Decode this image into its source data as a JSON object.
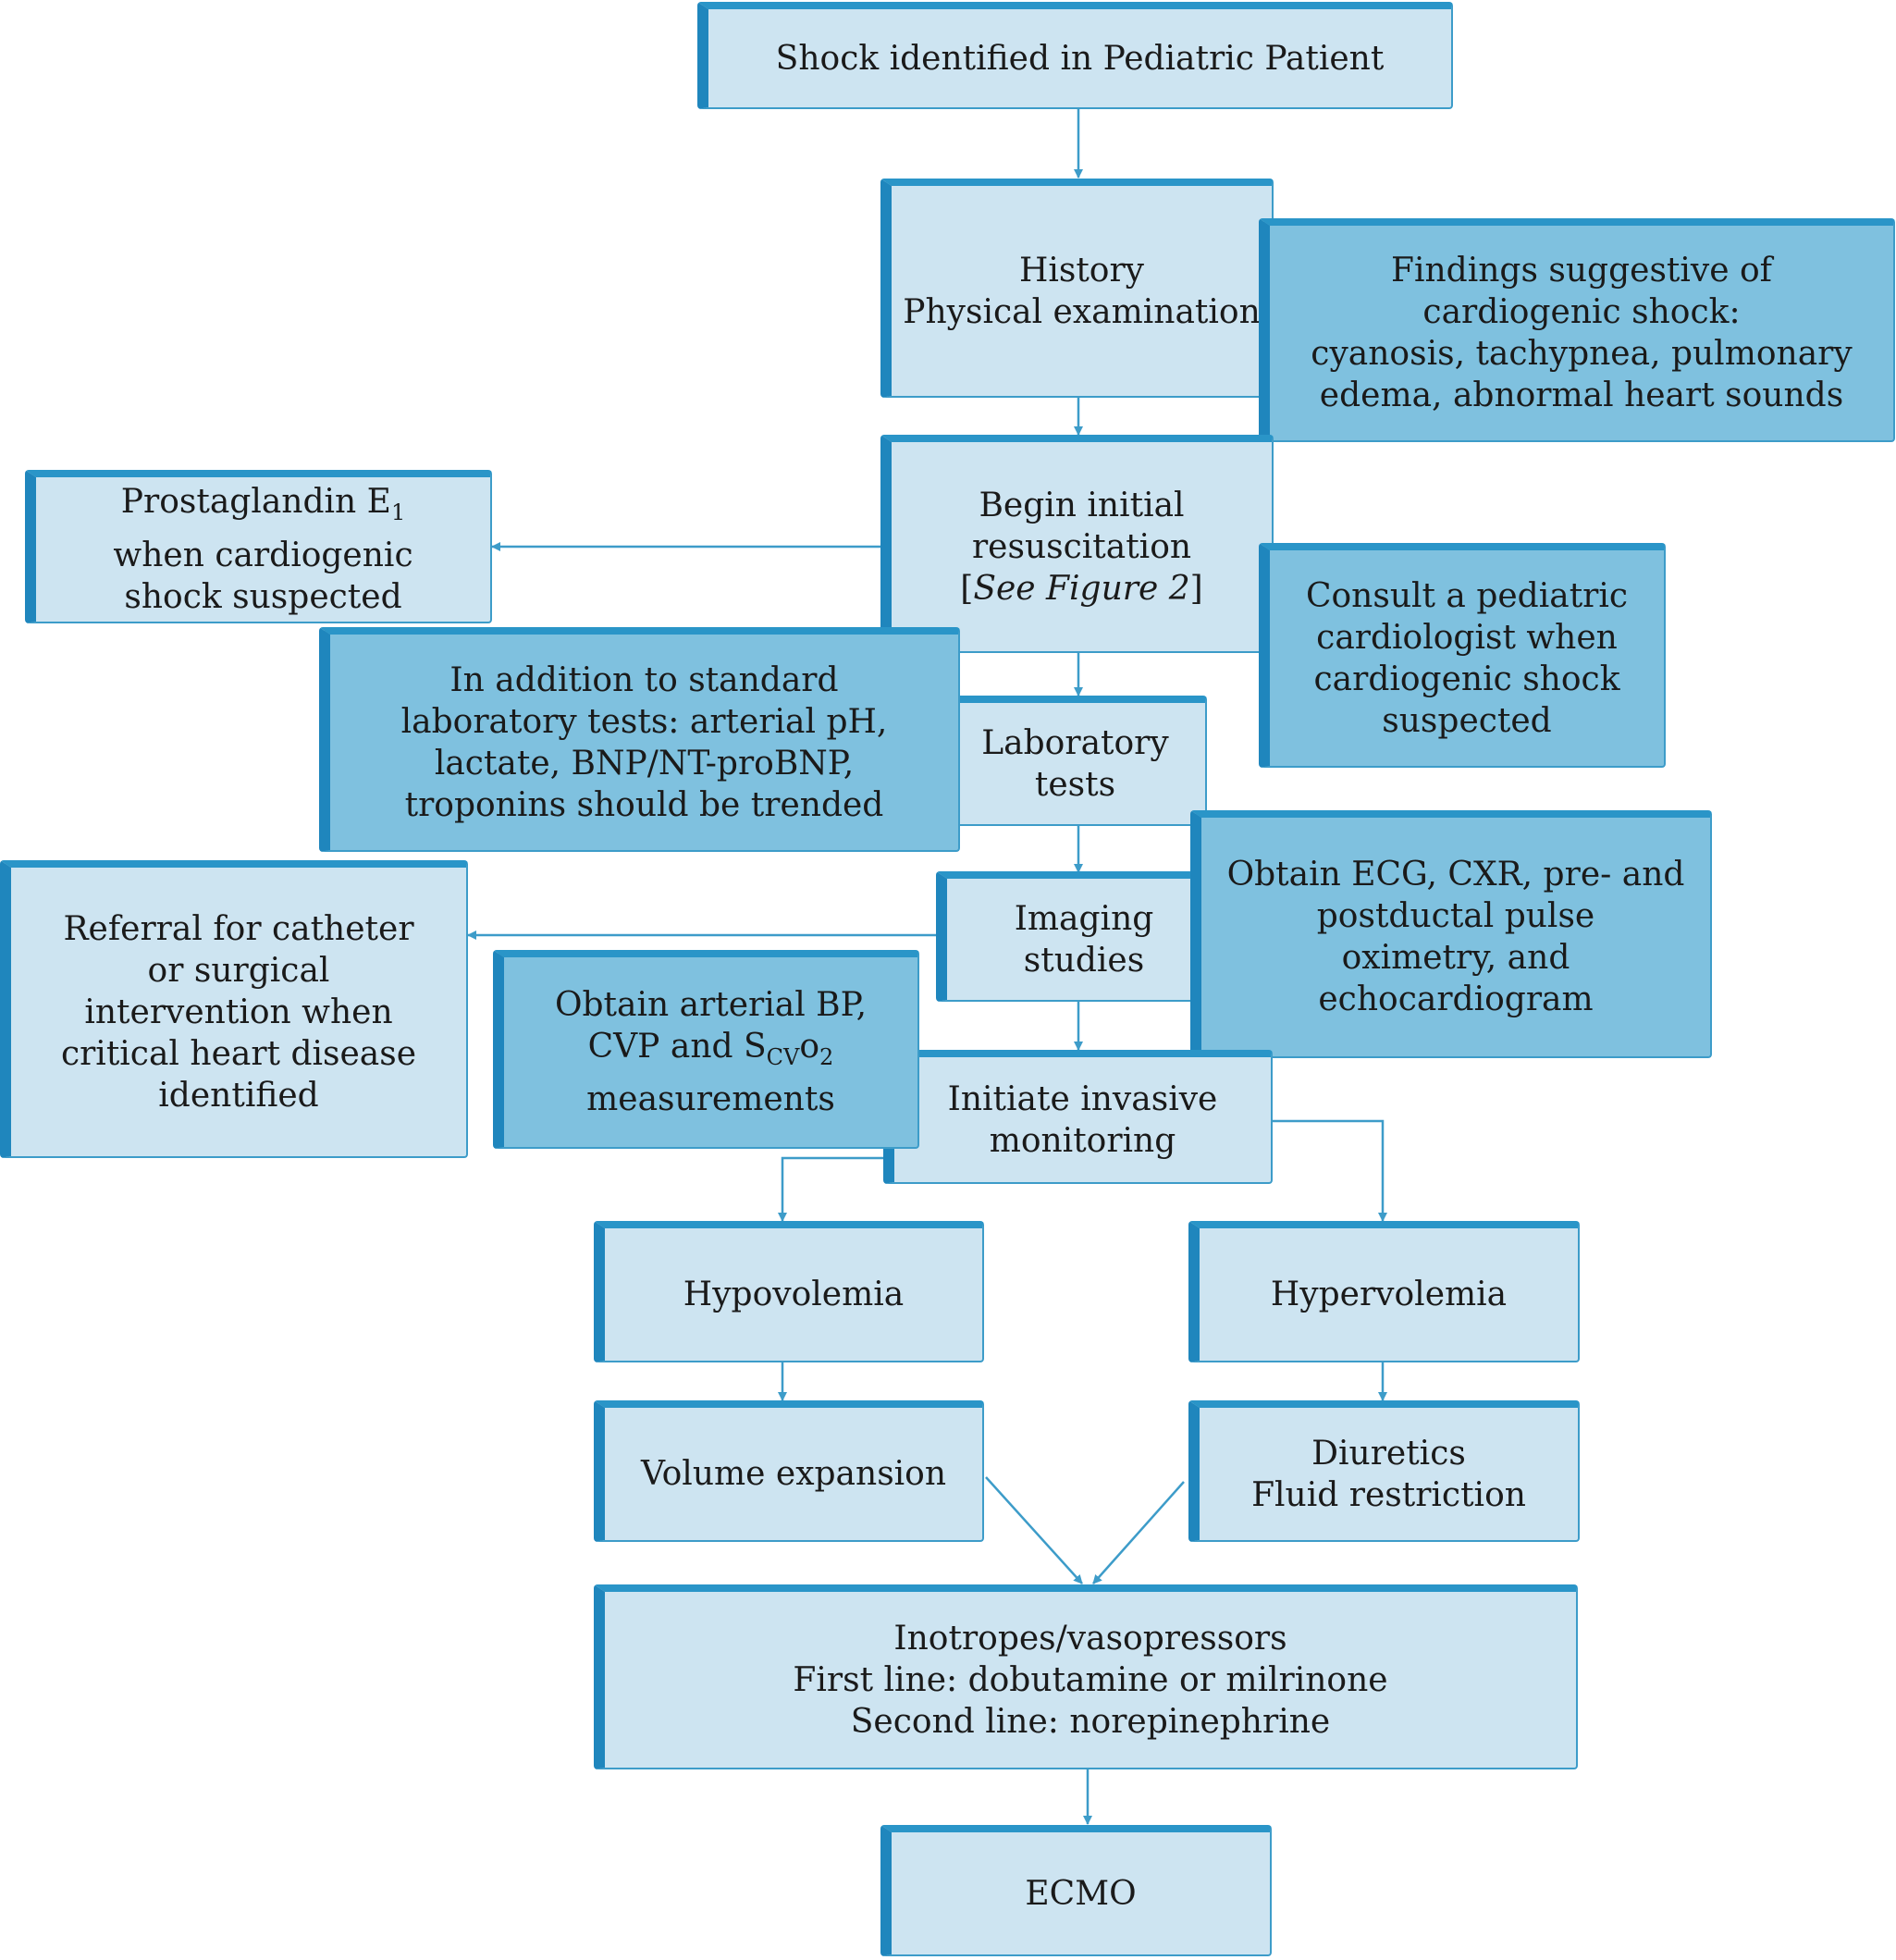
{
  "nodes": {
    "shock": "Shock identified in Pediatric Patient",
    "history": [
      "History",
      "Physical examination"
    ],
    "findings": [
      "Findings suggestive of",
      "cardiogenic shock:",
      "cyanosis, tachypnea, pulmonary",
      "edema, abnormal heart sounds"
    ],
    "prostaglandin": {
      "line1_text": "Prostaglandin E",
      "line1_sub": "1",
      "line2": "when cardiogenic",
      "line3": "shock suspected"
    },
    "resuscitation": {
      "line1": "Begin initial",
      "line2": "resuscitation",
      "ref_open": "[",
      "ref_italic": "See Figure 2",
      "ref_close": "]"
    },
    "consult": [
      "Consult a pediatric",
      "cardiologist when",
      "cardiogenic shock",
      "suspected"
    ],
    "labs_note": [
      "In addition to standard",
      "laboratory tests: arterial pH,",
      "lactate, BNP/NT-proBNP,",
      "troponins should be trended"
    ],
    "labs": [
      "Laboratory",
      "tests"
    ],
    "referral": [
      "Referral for catheter",
      "or surgical",
      "intervention when",
      "critical heart disease",
      "identified"
    ],
    "imaging": [
      "Imaging",
      "studies"
    ],
    "obtain_ecg": [
      "Obtain ECG, CXR, pre- and",
      "postductal pulse",
      "oximetry, and",
      "echocardiogram"
    ],
    "obtain_bp": {
      "line1": "Obtain arterial BP,",
      "line2_text": "CVP and S",
      "line2_sub": "CV",
      "line2_tail": "o",
      "line2_sub2": "2",
      "line3": "measurements"
    },
    "invasive": [
      "Initiate invasive",
      "monitoring"
    ],
    "hypovolemia": "Hypovolemia",
    "hypervolemia": "Hypervolemia",
    "volume": "Volume expansion",
    "diuretics": [
      "Diuretics",
      "Fluid restriction"
    ],
    "inotropes": [
      "Inotropes/vasopressors",
      "First line: dobutamine or milrinone",
      "Second line: norepinephrine"
    ],
    "ecmo": "ECMO"
  },
  "colors": {
    "light_box": "#cde4f1",
    "dark_box": "#7fc1df",
    "edge": "#1f86bd",
    "arrow": "#3d9cc9"
  }
}
